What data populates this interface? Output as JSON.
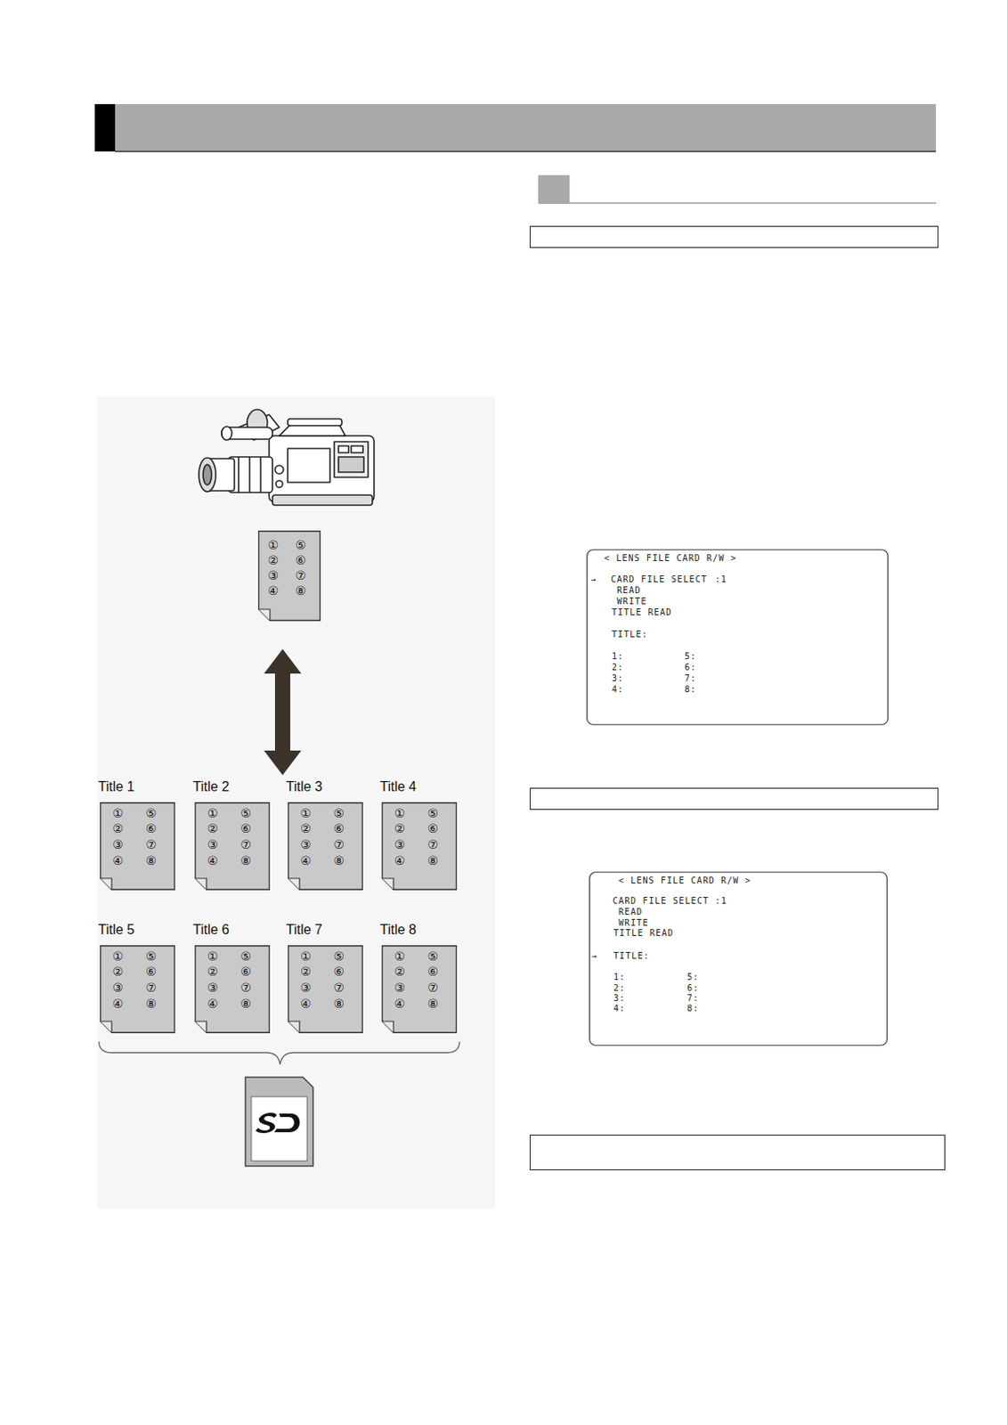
{
  "diagram": {
    "nodes": [
      {
        "text": [
          "①",
          "⑤",
          "②",
          "⑥",
          "③",
          "⑦",
          "④",
          "⑧"
        ]
      },
      {
        "text": [
          "Title 1",
          "①",
          "⑤",
          "②",
          "⑥",
          "③",
          "⑦",
          "④",
          "⑧"
        ]
      },
      {
        "text": [
          "Title 2",
          "①",
          "⑤",
          "②",
          "⑥",
          "③",
          "⑦",
          "④",
          "⑧"
        ]
      },
      {
        "text": [
          "Title 3",
          "①",
          "⑤",
          "②",
          "⑥",
          "③",
          "⑦",
          "④",
          "⑧"
        ]
      },
      {
        "text": [
          "Title 4",
          "①",
          "⑤",
          "②",
          "⑥",
          "③",
          "⑦",
          "④",
          "⑧"
        ]
      },
      {
        "text": [
          "Title 5",
          "①",
          "⑤",
          "②",
          "⑥",
          "③",
          "⑦",
          "④",
          "⑧"
        ]
      },
      {
        "text": [
          "Title 6",
          "①",
          "⑤",
          "②",
          "⑥",
          "③",
          "⑦",
          "④",
          "⑧"
        ]
      },
      {
        "text": [
          "Title 7",
          "①",
          "⑤",
          "②",
          "⑥",
          "③",
          "⑦",
          "④",
          "⑧"
        ]
      },
      {
        "text": [
          "Title 8",
          "①",
          "⑤",
          "②",
          "⑥",
          "③",
          "⑦",
          "④",
          "⑧"
        ]
      },
      {
        "text": [
          "< LENS FILE CARD R/W >",
          "→",
          "CARD FILE SELECT",
          ":1",
          "READ",
          "WRITE",
          "TITLE READ",
          "TITLE:",
          "1:",
          "5:",
          "2:",
          "6:",
          "3:",
          "7:",
          "4:",
          "8:"
        ]
      },
      {
        "text": [
          "< LENS FILE CARD R/W >",
          "CARD FILE SELECT :1",
          "READ",
          "WRITE",
          "TITLE READ",
          "→",
          "TITLE:",
          "1:",
          "5:",
          "2:",
          "6:",
          "3:",
          "7:",
          "4:",
          "8:"
        ]
      }
    ]
  }
}
